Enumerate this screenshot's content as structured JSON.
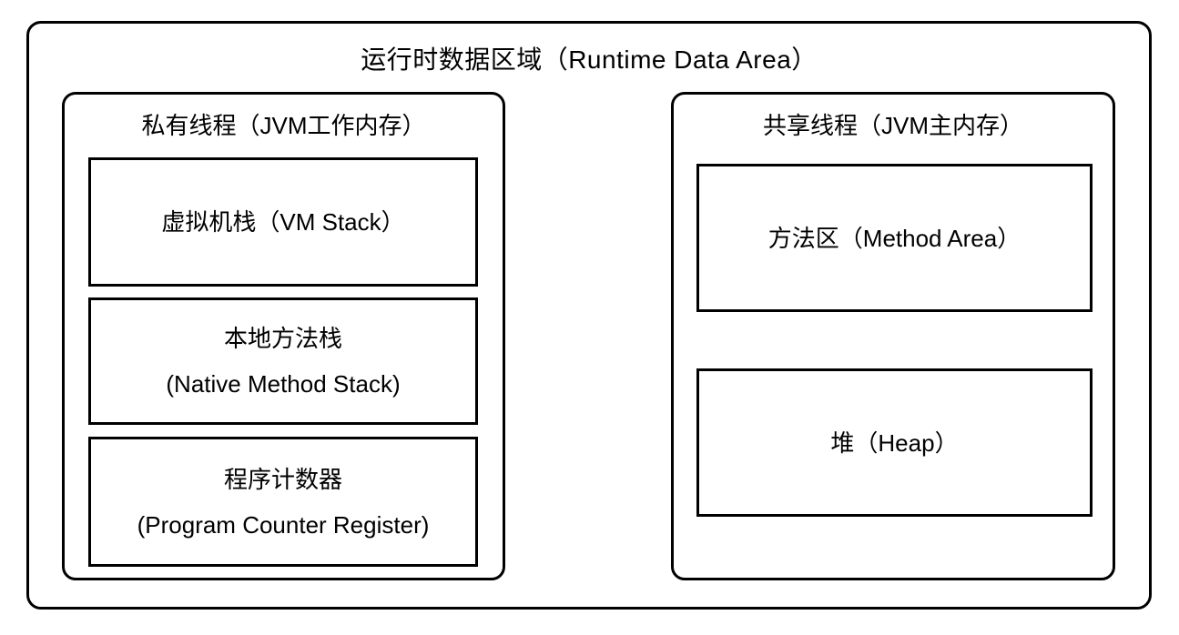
{
  "diagram": {
    "title": "运行时数据区域（Runtime Data Area）",
    "groups": [
      {
        "title": "私有线程（JVM工作内存）",
        "boxes": [
          {
            "line1": "虚拟机栈（VM Stack）",
            "line2": ""
          },
          {
            "line1": "本地方法栈",
            "line2": "(Native Method Stack)"
          },
          {
            "line1": "程序计数器",
            "line2": "(Program Counter Register)"
          }
        ]
      },
      {
        "title": "共享线程（JVM主内存）",
        "boxes": [
          {
            "line1": "方法区（Method Area）",
            "line2": ""
          },
          {
            "line1": "堆（Heap）",
            "line2": ""
          }
        ]
      }
    ]
  },
  "colors": {
    "border": "#000000",
    "background": "#ffffff",
    "text": "#000000"
  }
}
